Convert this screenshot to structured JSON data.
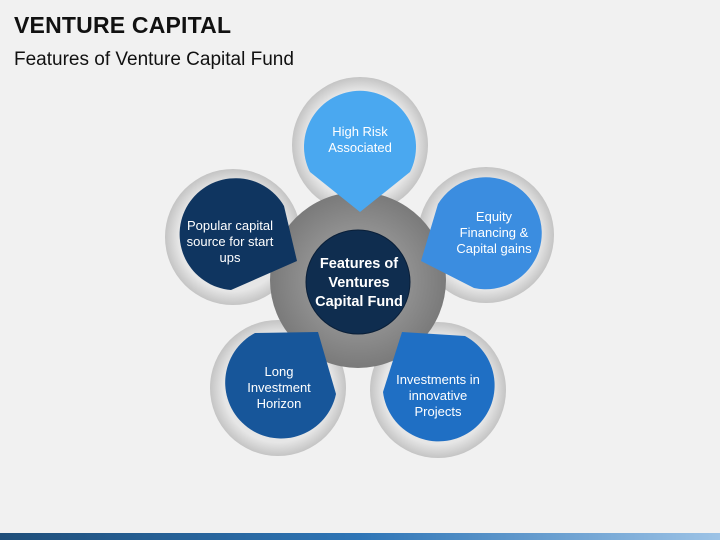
{
  "title": "VENTURE CAPITAL",
  "subtitle": "Features of Venture Capital Fund",
  "center": {
    "label": "Features of Ventures Capital Fund",
    "color": "#0f2d4f"
  },
  "petals": [
    {
      "label": "High Risk Associated",
      "color": "#4aa8f0"
    },
    {
      "label": "Equity Financing & Capital gains",
      "color": "#3b8de0"
    },
    {
      "label": "Investments in innovative Projects",
      "color": "#1f6fc4"
    },
    {
      "label": "Long Investment Horizon",
      "color": "#17569a"
    },
    {
      "label": "Popular capital source for start ups",
      "color": "#0f3560"
    }
  ],
  "colors": {
    "hub_outer": "#8c8c8c",
    "ring": "#d9d9d9",
    "background": "#f1f1f1"
  }
}
